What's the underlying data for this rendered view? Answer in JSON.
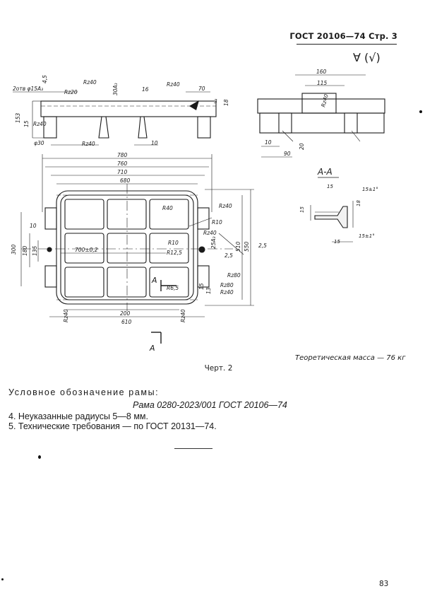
{
  "header": {
    "standard": "ГОСТ 20106—74 Стр. 3"
  },
  "roughness_mark": "∀ (√)",
  "drawing": {
    "side_view": {
      "labels": [
        "2отв φ15A₃",
        "Rz20",
        "Rz40",
        "30A₃",
        "16",
        "Rz40",
        "70",
        "3",
        "18",
        "153",
        "15",
        "Rz40",
        "φ30",
        "Rz40",
        "10",
        "4,5"
      ]
    },
    "end_view": {
      "labels": [
        "160",
        "115",
        "Rz40",
        "10",
        "20",
        "90"
      ]
    },
    "section": {
      "title": "А-А",
      "labels": [
        "15",
        "15±1°",
        "15",
        "18",
        "15",
        "15±1°"
      ]
    },
    "plan_view": {
      "labels": [
        "780",
        "760",
        "710",
        "680",
        "Rz40",
        "Rz40",
        "R40",
        "10",
        "R10",
        "R10",
        "300",
        "180",
        "135",
        "700±0,2",
        "R12,5",
        "25A₃",
        "2,5",
        "510",
        "550",
        "2,5",
        "А",
        "R6,5",
        "Rz80",
        "Rz80",
        "Rz40",
        "13",
        "15",
        "200",
        "610",
        "Rz40",
        "Rz40",
        "А"
      ]
    }
  },
  "caption": "Черт. 2",
  "theoretical_mass": "Теоретическая масса — 76 кг",
  "designation": {
    "label": "Условное обозначение рамы:",
    "value": "Рама 0280-2023/001 ГОСТ 20106—74"
  },
  "notes": [
    "4. Неуказанные радиусы 5—8 мм.",
    "5. Технические требования — по ГОСТ 20131—74."
  ],
  "page_number": "83"
}
